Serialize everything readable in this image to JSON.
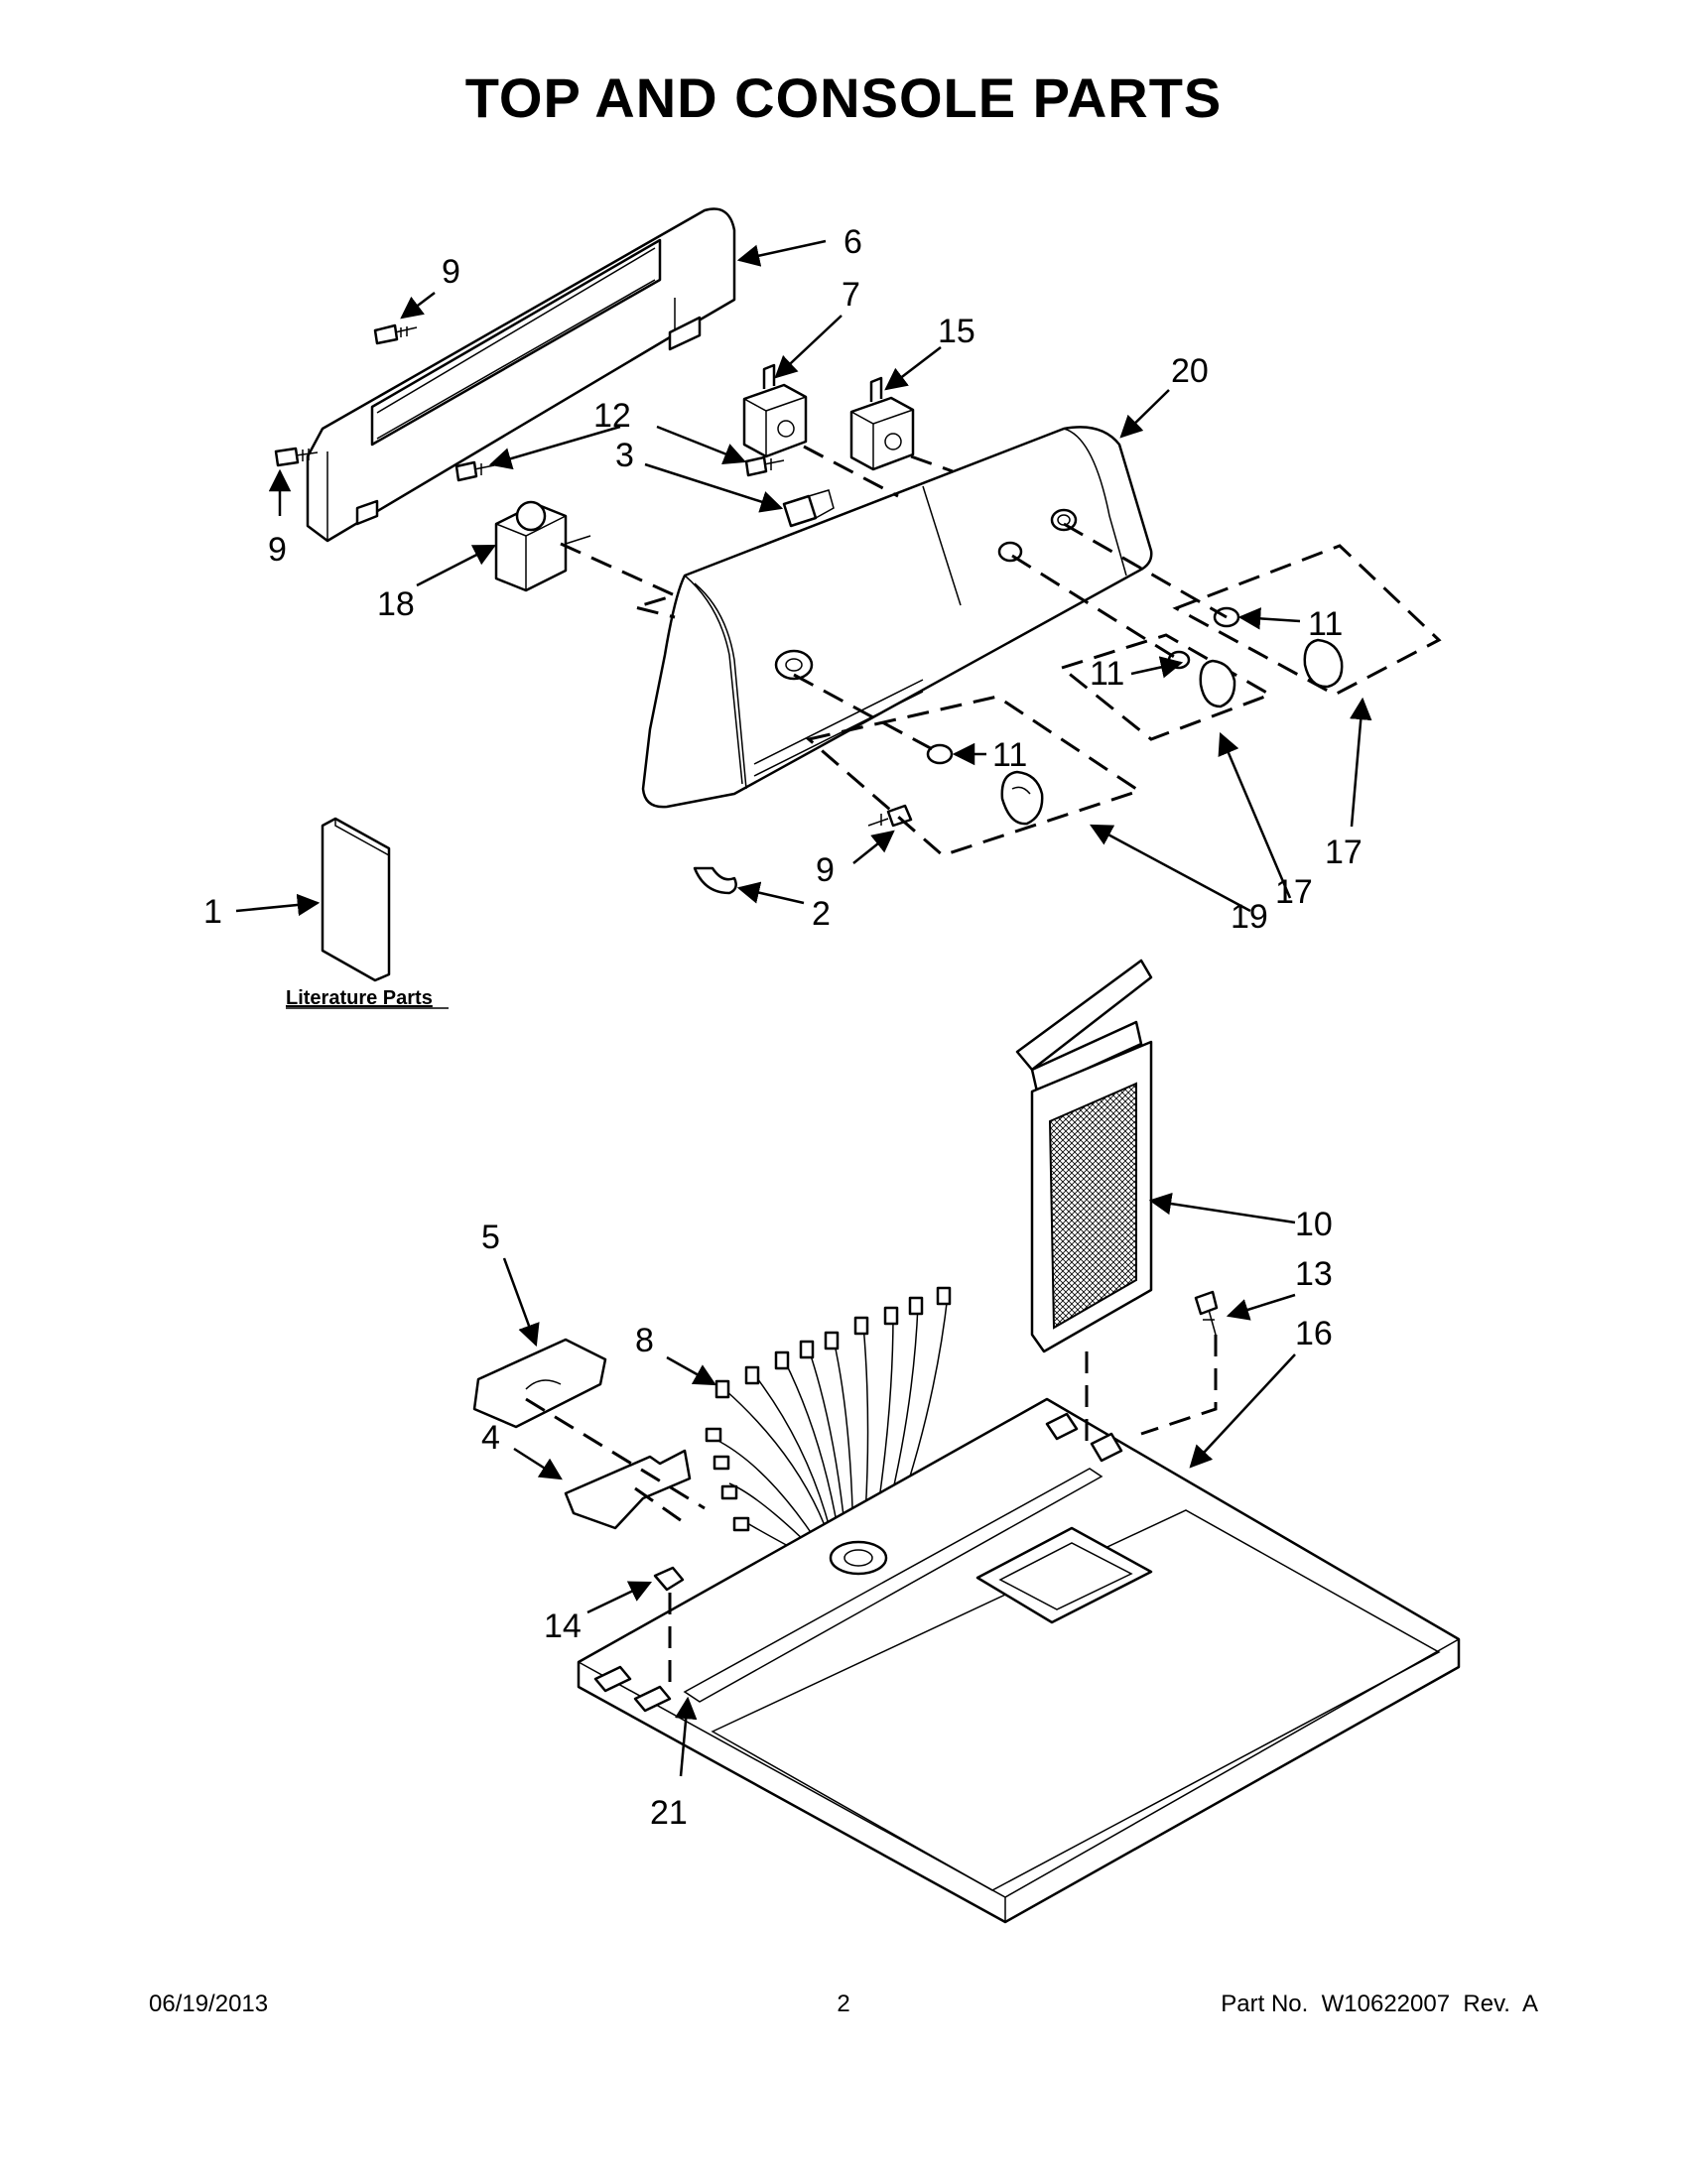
{
  "title": "TOP AND CONSOLE PARTS",
  "literature_label": "Literature Parts",
  "callouts": {
    "c1": "1",
    "c2": "2",
    "c3": "3",
    "c4": "4",
    "c5": "5",
    "c6": "6",
    "c7": "7",
    "c8": "8",
    "c9a": "9",
    "c9b": "9",
    "c9c": "9",
    "c10": "10",
    "c11a": "11",
    "c11b": "11",
    "c11c": "11",
    "c12": "12",
    "c13": "13",
    "c14": "14",
    "c15": "15",
    "c16": "16",
    "c17a": "17",
    "c17b": "17",
    "c18": "18",
    "c19": "19",
    "c20": "20",
    "c21": "21"
  },
  "footer": {
    "date": "06/19/2013",
    "page": "2",
    "part_no": "Part No.  W10622007  Rev.  A"
  }
}
